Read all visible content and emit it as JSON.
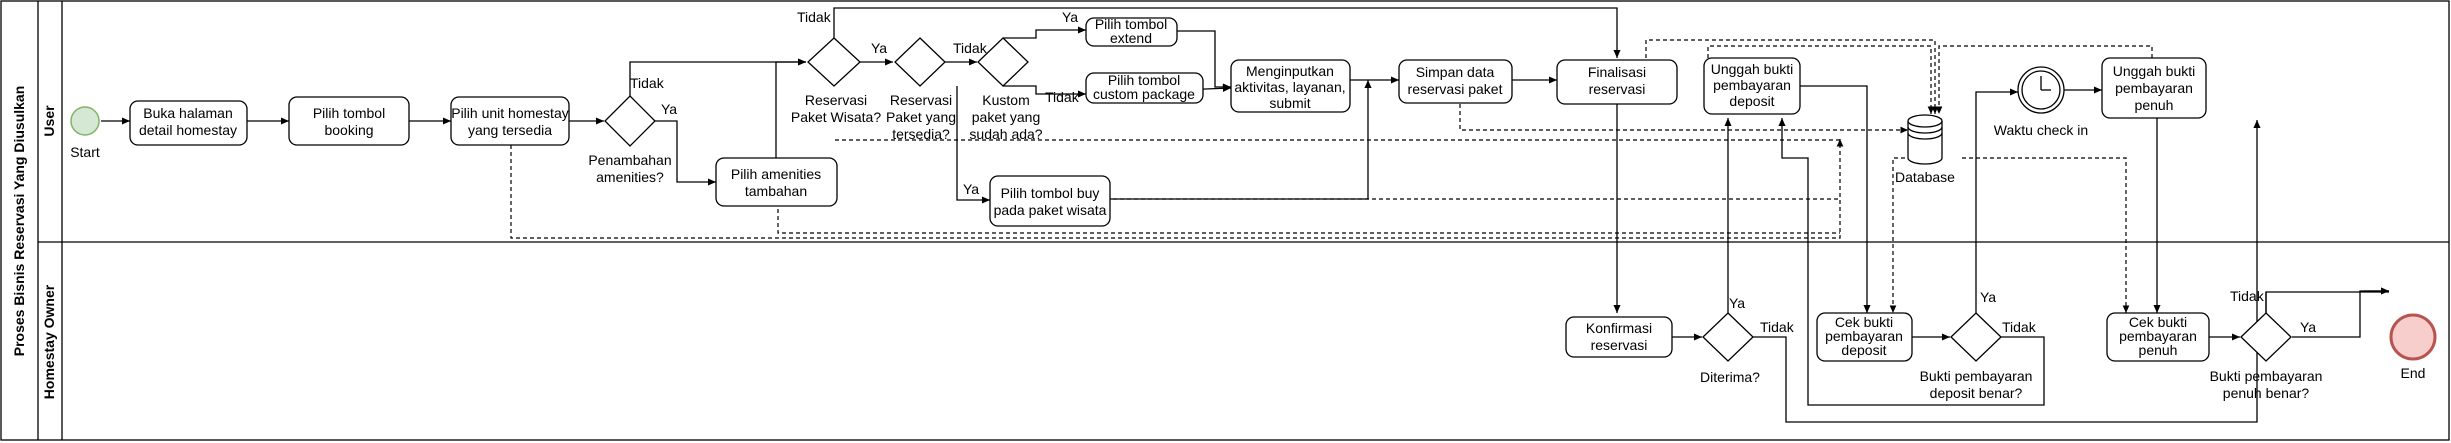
{
  "pool": {
    "title": "Proses Bisnis Reservasi Yang Diusulkan"
  },
  "lanes": {
    "user": "User",
    "owner": "Homestay Owner"
  },
  "colors": {
    "start_fill": "#d5e8d4",
    "start_stroke": "#82b366",
    "end_fill": "#f8cecc",
    "end_stroke": "#b85450"
  },
  "events": {
    "start": "Start",
    "end": "End",
    "timer": "Waktu check in"
  },
  "datastore": "Database",
  "tasks": {
    "t1": [
      "Buka halaman",
      "detail homestay"
    ],
    "t2": [
      "Pilih tombol",
      "booking"
    ],
    "t3": [
      "Pilih unit homestay",
      "yang tersedia"
    ],
    "t4": [
      "Pilih amenities",
      "tambahan"
    ],
    "t5": [
      "Pilih tombol",
      "extend"
    ],
    "t6": [
      "Pilih tombol",
      "custom package"
    ],
    "t7": [
      "Pilih tombol buy",
      "pada paket wisata"
    ],
    "t8": [
      "Menginputkan",
      "aktivitas, layanan,",
      "submit"
    ],
    "t9": [
      "Simpan data",
      "reservasi paket"
    ],
    "t10": [
      "Finalisasi",
      "reservasi"
    ],
    "t11": [
      "Unggah bukti",
      "pembayaran",
      "deposit"
    ],
    "t12": [
      "Unggah bukti",
      "pembayaran",
      "penuh"
    ],
    "o1": [
      "Konfirmasi",
      "reservasi"
    ],
    "o2": [
      "Cek bukti",
      "pembayaran",
      "deposit"
    ],
    "o3": [
      "Cek bukti",
      "pembayaran",
      "penuh"
    ]
  },
  "gateways": {
    "g1": [
      "Penambahan",
      "amenities?"
    ],
    "g2": [
      "Reservasi",
      "Paket Wisata?"
    ],
    "g3": [
      "Reservasi",
      "Paket yang",
      "tersedia?"
    ],
    "g4": [
      "Kustom",
      "paket yang",
      "sudah ada?"
    ],
    "g5": [
      "Diterima?"
    ],
    "g6": [
      "Bukti pembayaran",
      "deposit benar?"
    ],
    "g7": [
      "Bukti pembayaran",
      "penuh benar?"
    ]
  },
  "flow_labels": {
    "yes": "Ya",
    "no": "Tidak"
  }
}
